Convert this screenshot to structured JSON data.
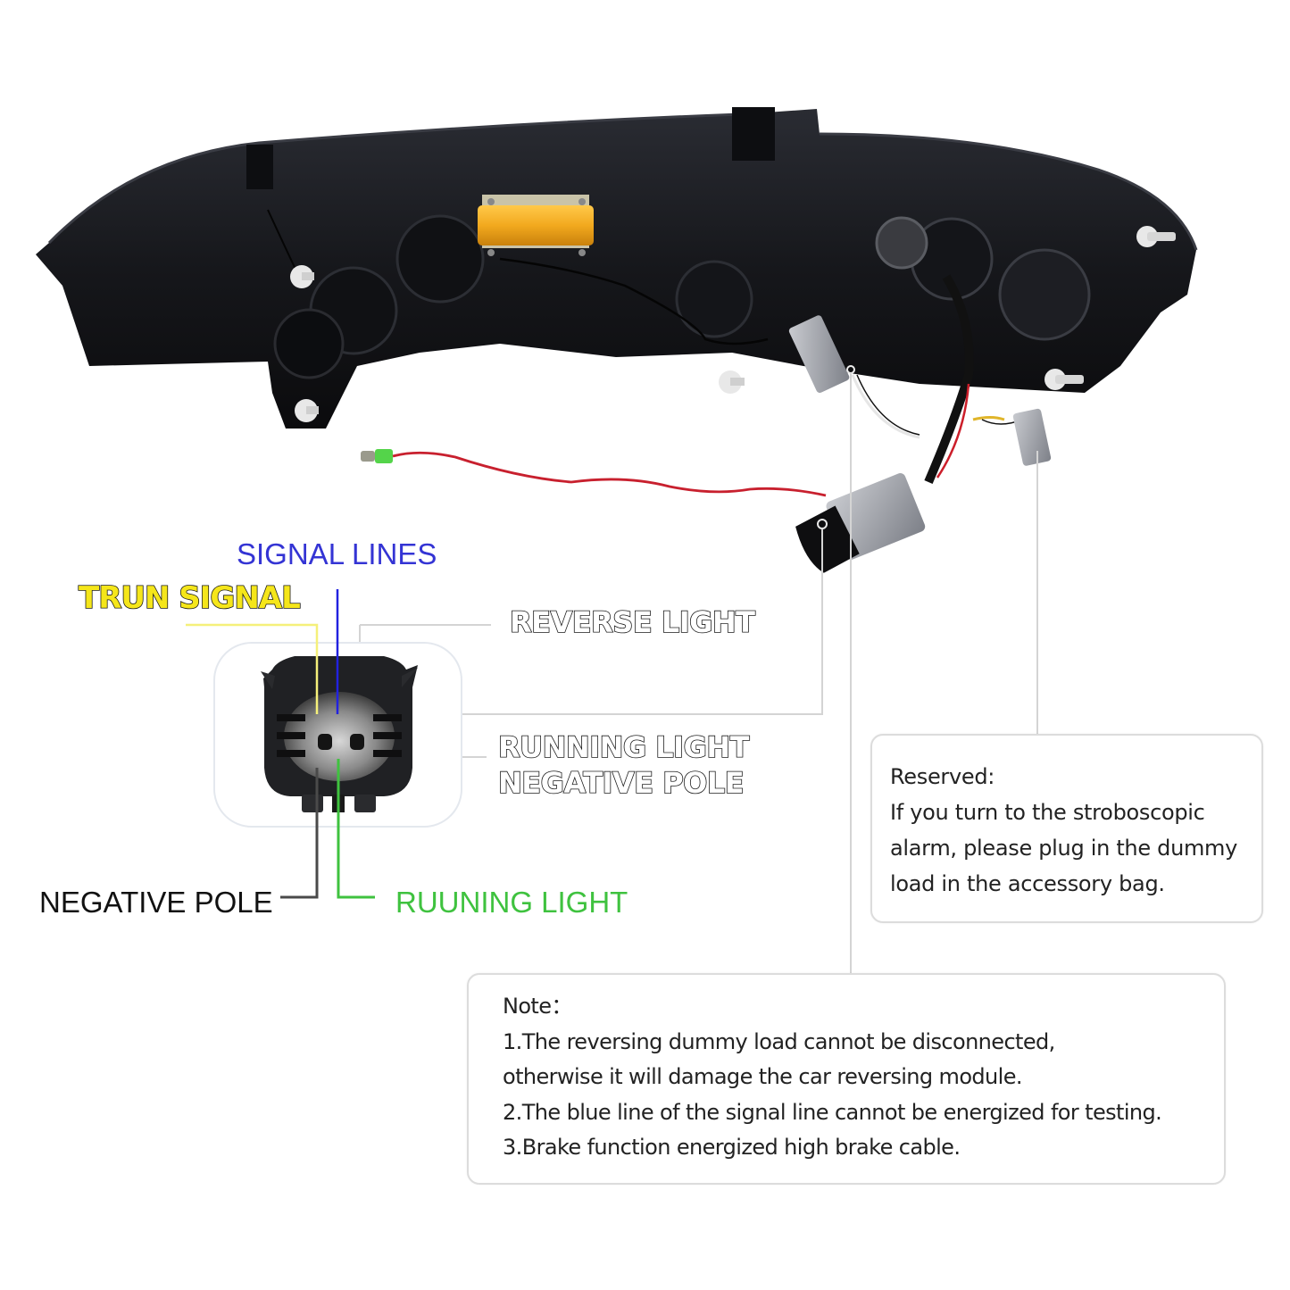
{
  "colors": {
    "signal_lines": "#3434d4",
    "turn_signal": "#f5e61a",
    "running_light": "#3fc23f",
    "negative_pole": "#111111",
    "leader_line": "#d4d4d4",
    "resistor": "#f2a91e",
    "housing": "#15161a",
    "red_wire": "#c8202e"
  },
  "product": {
    "name": "headlight-rear-view",
    "components": [
      "housing",
      "load-resistor",
      "dummy-load-wire",
      "main-connector",
      "reverse-connector",
      "reserved-connector",
      "mounting-studs"
    ]
  },
  "labels": {
    "signal_lines": "SIGNAL LINES",
    "turn_signal": "TRUN SIGNAL",
    "reverse_light": "REVERSE LIGHT",
    "running_light_negative_line1": "RUNNING LIGHT",
    "running_light_negative_line2": "NEGATIVE POLE",
    "negative_pole": "NEGATIVE POLE",
    "running_light": "RUUNING LIGHT"
  },
  "reserved_box": {
    "title": "Reserved:",
    "lines": [
      "If you turn to the stroboscopic",
      "alarm, please plug in the dummy",
      "load in the accessory bag."
    ]
  },
  "note_box": {
    "title": "Note：",
    "lines": [
      "1.The reversing dummy load cannot be disconnected,",
      "otherwise it will damage the car reversing module.",
      "2.The blue line of the signal line cannot be energized for testing.",
      "3.Brake function energized high brake cable."
    ]
  }
}
